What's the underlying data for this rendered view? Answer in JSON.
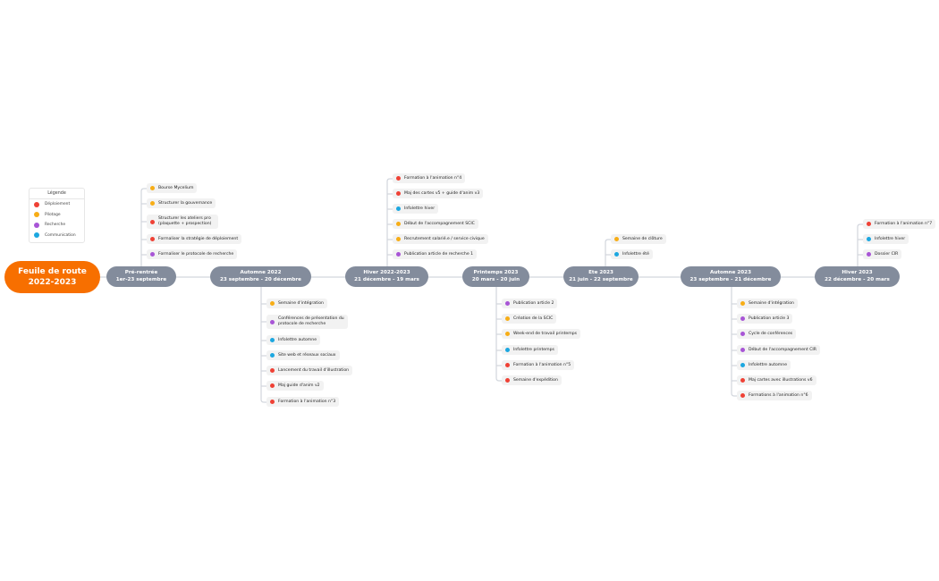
{
  "colors": {
    "root": "#f76f00",
    "phase": "#838c9c",
    "connector": "#d2d6dd",
    "deploiement": "#ef4135",
    "pilotage": "#f7ad16",
    "recherche": "#a855d6",
    "communication": "#1ca7e0",
    "item_bg": "#f2f2f2"
  },
  "legend": {
    "title": "Légende",
    "entries": [
      {
        "label": "Déploiement",
        "category": "deploiement"
      },
      {
        "label": "Pilotage",
        "category": "pilotage"
      },
      {
        "label": "Recherche",
        "category": "recherche"
      },
      {
        "label": "Communication",
        "category": "communication"
      }
    ]
  },
  "root": {
    "line1": "Feuile de route",
    "line2": "2022-2023"
  },
  "phases": [
    {
      "title": "Pré-rentrée",
      "dates": "1er-23 septembre",
      "direction": "up",
      "items": [
        {
          "label": "Bourse Mycelium",
          "category": "pilotage"
        },
        {
          "label": "Structurer la gouvernance",
          "category": "pilotage"
        },
        {
          "label": "Structurer les ateliers pro (plaquette + prospection)",
          "category": "deploiement"
        },
        {
          "label": "Formaliser la stratégie de déploiement",
          "category": "deploiement"
        },
        {
          "label": "Formaliser le protocole de recherche",
          "category": "recherche"
        }
      ]
    },
    {
      "title": "Automne 2022",
      "dates": "23 septembre - 20 décembre",
      "direction": "down",
      "items": [
        {
          "label": "Semaine d'intégration",
          "category": "pilotage"
        },
        {
          "label": "Conférences de présentation du protocole de recherche",
          "category": "recherche"
        },
        {
          "label": "Infolettre automne",
          "category": "communication"
        },
        {
          "label": "Site web et réseaux sociaux",
          "category": "communication"
        },
        {
          "label": "Lancement du travail d'illustration",
          "category": "deploiement"
        },
        {
          "label": "Maj guide d'anim v2",
          "category": "deploiement"
        },
        {
          "label": "Formation à l'animation n°3",
          "category": "deploiement"
        }
      ]
    },
    {
      "title": "Hiver 2022-2023",
      "dates": "21 décembre - 19 mars",
      "direction": "up",
      "items": [
        {
          "label": "Formation à l'animation n°4",
          "category": "deploiement"
        },
        {
          "label": "Maj des cartes v5 + guide d'anim v3",
          "category": "deploiement"
        },
        {
          "label": "Infolettre hiver",
          "category": "communication"
        },
        {
          "label": "Début de l'accompagnement SCIC",
          "category": "pilotage"
        },
        {
          "label": "Recrutement salarié.e / service civique",
          "category": "pilotage"
        },
        {
          "label": "Publication article de recherche 1",
          "category": "recherche"
        }
      ]
    },
    {
      "title": "Printemps 2023",
      "dates": "20 mars - 20 juin",
      "direction": "down",
      "items": [
        {
          "label": "Publication article 2",
          "category": "recherche"
        },
        {
          "label": "Création de la SCIC",
          "category": "pilotage"
        },
        {
          "label": "Week-end de travail printemps",
          "category": "pilotage"
        },
        {
          "label": "Infolettre printemps",
          "category": "communication"
        },
        {
          "label": "Formation à l'animation n°5",
          "category": "deploiement"
        },
        {
          "label": "Semaine d'expédition",
          "category": "deploiement"
        }
      ]
    },
    {
      "title": "Ete 2023",
      "dates": "21 juin - 22 septembre",
      "direction": "up",
      "items": [
        {
          "label": "Semaine de clôture",
          "category": "pilotage"
        },
        {
          "label": "Infolettre été",
          "category": "communication"
        }
      ]
    },
    {
      "title": "Automne 2023",
      "dates": "23 septembre - 21 décembre",
      "direction": "down",
      "items": [
        {
          "label": "Semaine d'intégration",
          "category": "pilotage"
        },
        {
          "label": "Publication article 3",
          "category": "recherche"
        },
        {
          "label": "Cycle de conférences",
          "category": "recherche"
        },
        {
          "label": "Début de l'accompagnement CIR",
          "category": "recherche"
        },
        {
          "label": "Infolettre automne",
          "category": "communication"
        },
        {
          "label": "Maj cartes avec illustrations v6",
          "category": "deploiement"
        },
        {
          "label": "Formations à l'animation n°6",
          "category": "deploiement"
        }
      ]
    },
    {
      "title": "Hiver 2023",
      "dates": "22 décembre - 20 mars",
      "direction": "up",
      "items": [
        {
          "label": "Formation à l'animation n°7",
          "category": "deploiement"
        },
        {
          "label": "Infolettre hiver",
          "category": "communication"
        },
        {
          "label": "Dossier CIR",
          "category": "recherche"
        }
      ]
    }
  ]
}
